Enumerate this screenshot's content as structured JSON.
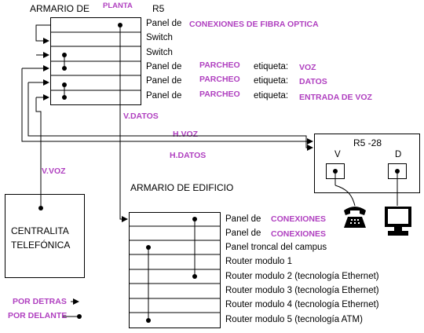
{
  "armario_planta": {
    "title_prefix": "ARMARIO DE",
    "title_highlight": "PLANTA",
    "title_suffix": "R5",
    "rows": [
      {
        "label_prefix": "Panel de",
        "highlight": "CONEXIONES DE FIBRA OPTICA",
        "etiqueta": "",
        "value": ""
      },
      {
        "label_prefix": "Switch",
        "highlight": "",
        "etiqueta": "",
        "value": ""
      },
      {
        "label_prefix": "Switch",
        "highlight": "",
        "etiqueta": "",
        "value": ""
      },
      {
        "label_prefix": "Panel de",
        "highlight": "PARCHEO",
        "etiqueta": "etiqueta:",
        "value": "VOZ"
      },
      {
        "label_prefix": "Panel de",
        "highlight": "PARCHEO",
        "etiqueta": "etiqueta:",
        "value": "DATOS"
      },
      {
        "label_prefix": "Panel de",
        "highlight": "PARCHEO",
        "etiqueta": "etiqueta:",
        "value": "ENTRADA DE VOZ"
      }
    ]
  },
  "wire_labels": {
    "v_datos": "V.DATOS",
    "h_voz": "H.VOZ",
    "h_datos": "H.DATOS",
    "v_voz": "V.VOZ"
  },
  "r5_28": {
    "title": "R5 -28",
    "port_v": "V",
    "port_d": "D"
  },
  "centralita": {
    "line1": "CENTRALITA",
    "line2": "TELEFÓNICA"
  },
  "armario_edificio": {
    "title": "ARMARIO DE EDIFICIO",
    "rows": [
      {
        "label": "Panel de",
        "highlight": "CONEXIONES"
      },
      {
        "label": "Panel de",
        "highlight": "CONEXIONES"
      },
      {
        "label": "Panel troncal del campus",
        "highlight": ""
      },
      {
        "label": "Router modulo 1",
        "highlight": ""
      },
      {
        "label": "Router modulo 2  (tecnología Ethernet)",
        "highlight": ""
      },
      {
        "label": "Router modulo 3  (tecnología Ethernet)",
        "highlight": ""
      },
      {
        "label": "Router modulo 4  (tecnología Ethernet)",
        "highlight": ""
      },
      {
        "label": "Router modulo 5 (tecnología ATM)",
        "highlight": ""
      }
    ]
  },
  "legend": {
    "por_detras": "POR DETRAS",
    "por_delante": "POR DELANTE"
  },
  "icons": {
    "phone": "telephone-icon",
    "computer": "computer-monitor-icon"
  },
  "colors": {
    "highlight": "#b040c0",
    "line": "#000000"
  }
}
